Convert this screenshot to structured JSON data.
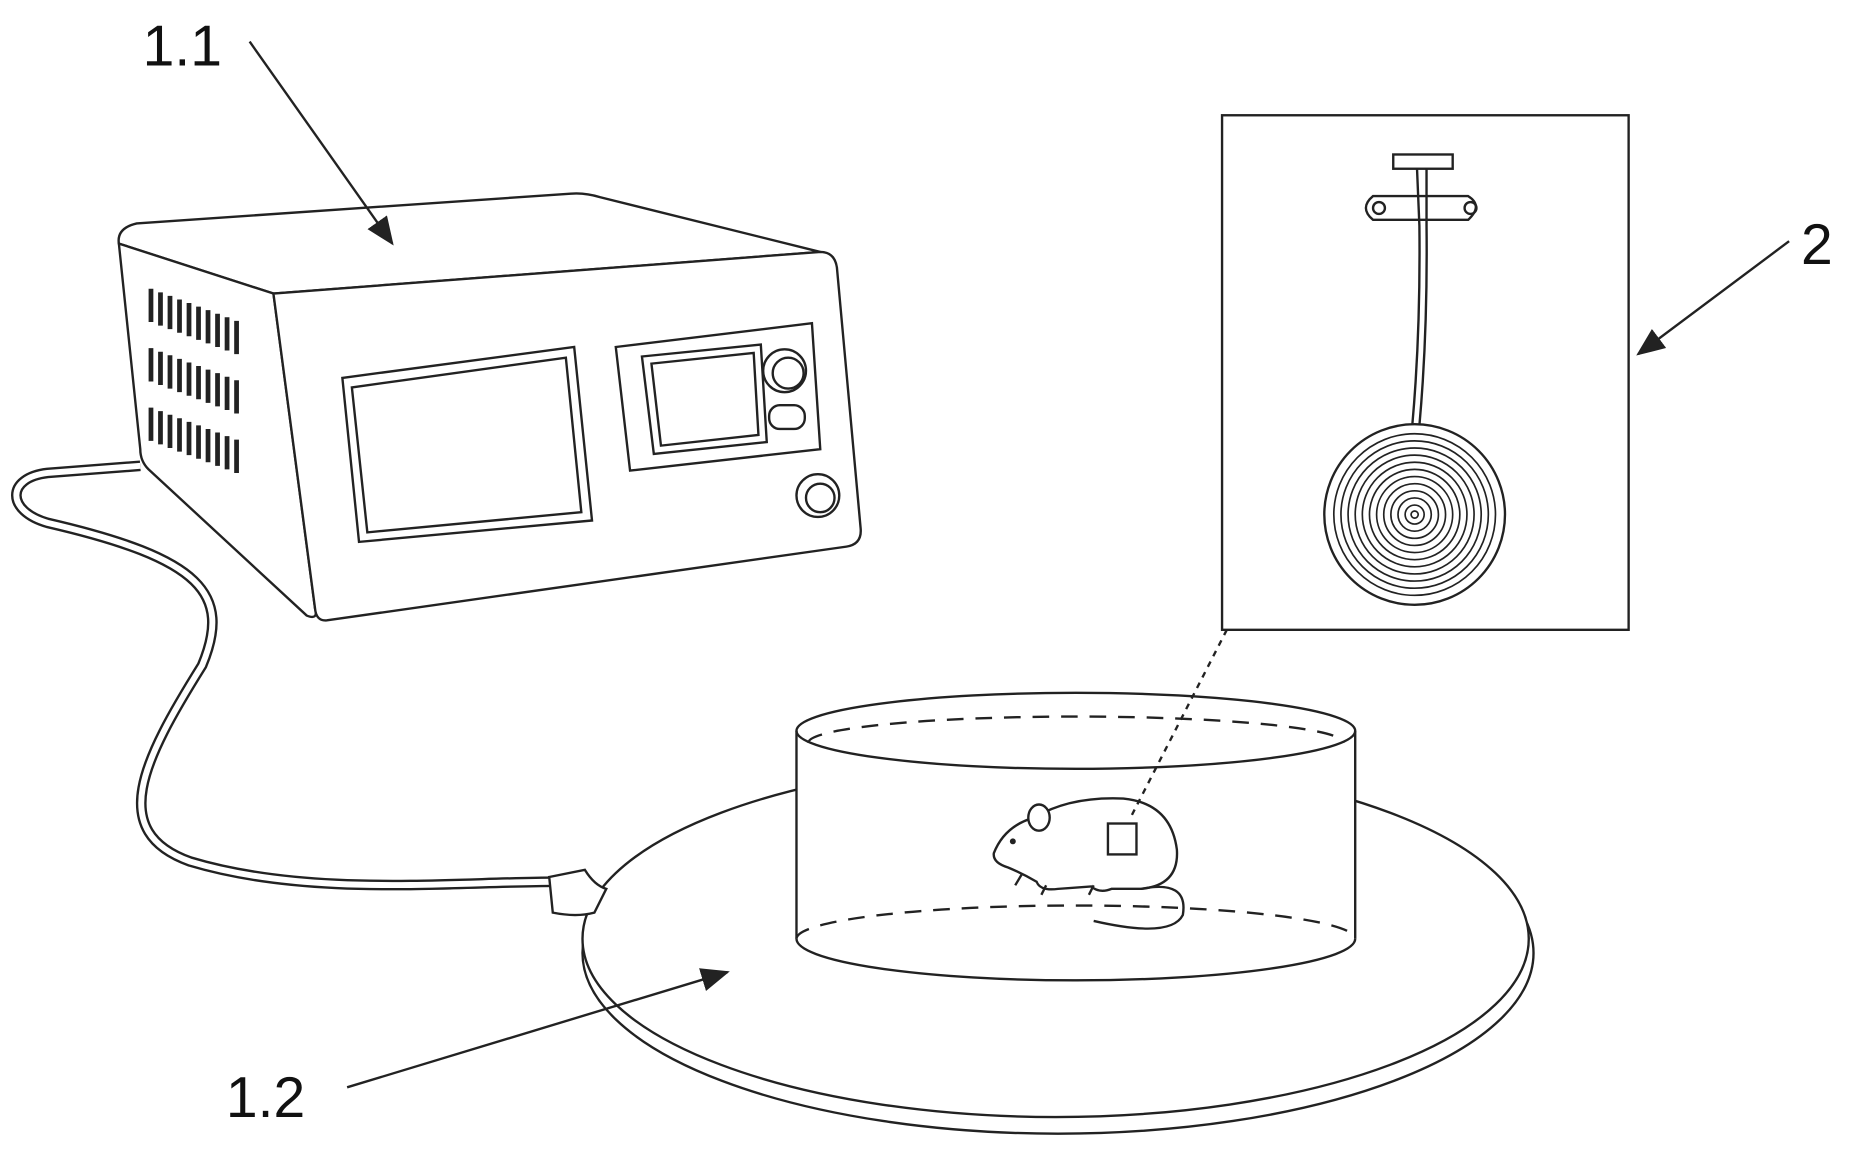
{
  "labels": {
    "stimulator": "1.1",
    "platform": "1.2",
    "electrode_inset": "2"
  }
}
